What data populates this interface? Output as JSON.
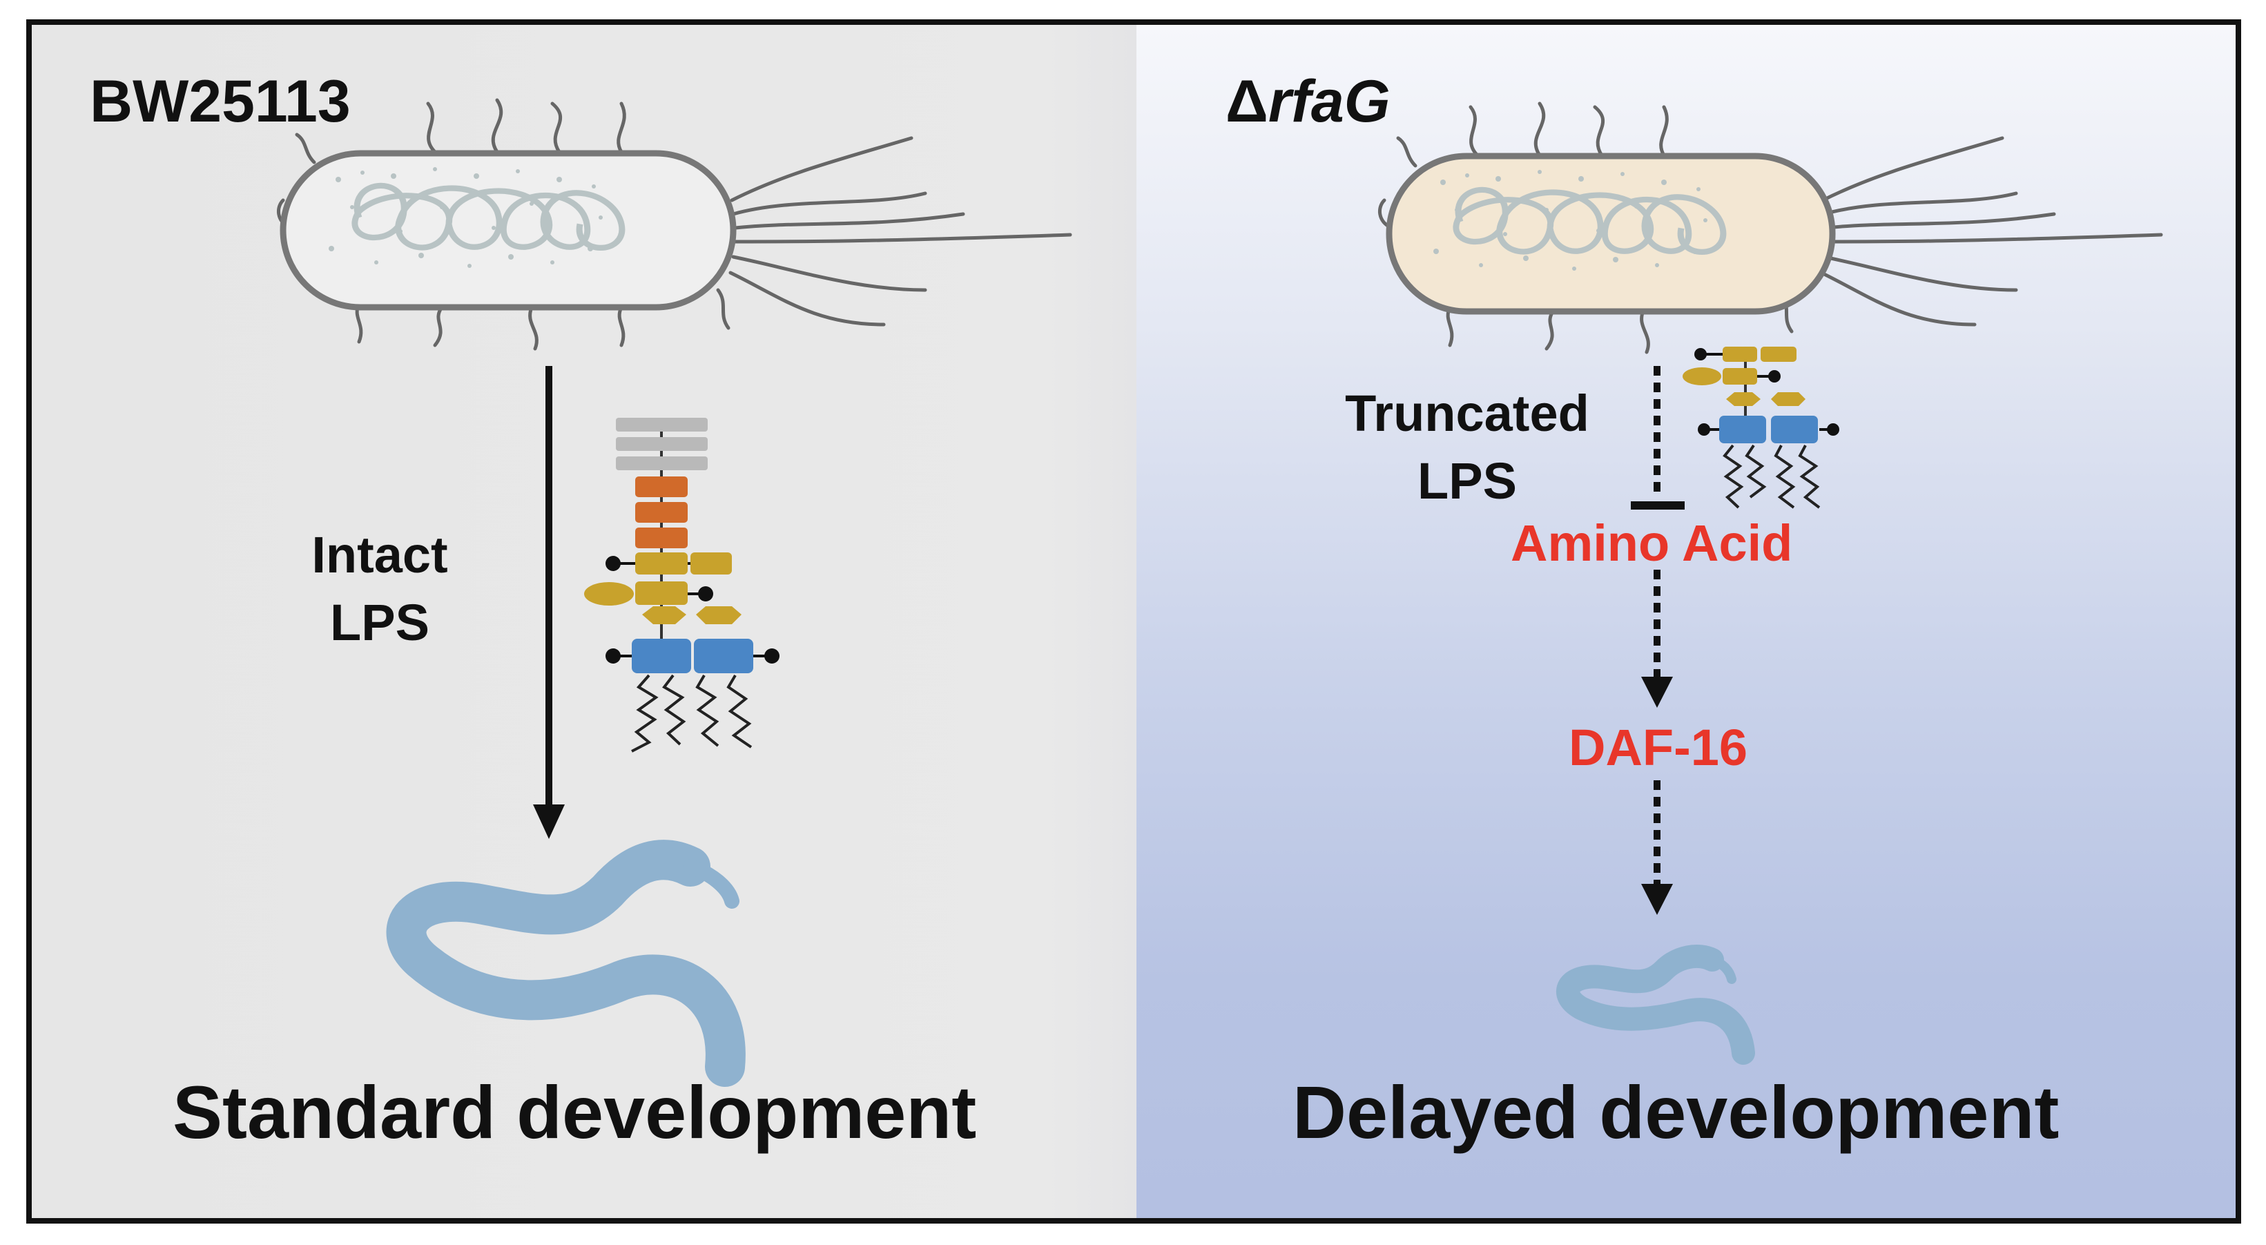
{
  "left": {
    "strain": "BW25113",
    "lps_label_line1": "Intact",
    "lps_label_line2": "LPS",
    "outcome": "Standard development"
  },
  "right": {
    "strain_prefix": "Δ",
    "strain_gene": "rfaG",
    "lps_label_line1": "Truncated",
    "lps_label_line2": "LPS",
    "amino_acid": "Amino Acid",
    "daf16": "DAF-16",
    "outcome": "Delayed development"
  },
  "colors": {
    "frame": "#111111",
    "left_background": "#e8e8e8",
    "right_background_top": "#f6f7fb",
    "right_background_bottom": "#b4c0e2",
    "bacterium_left_fill": "#efefef",
    "bacterium_right_fill": "#f3e7d3",
    "bacterium_outline": "#777777",
    "lps_o_antigen": "#b9b9b9",
    "lps_outer_core": "#d16a2a",
    "lps_inner_core": "#c8a22c",
    "lps_lipid_a": "#4a86c6",
    "worm": "#8fb2cf",
    "highlight_red": "#e8362a"
  }
}
